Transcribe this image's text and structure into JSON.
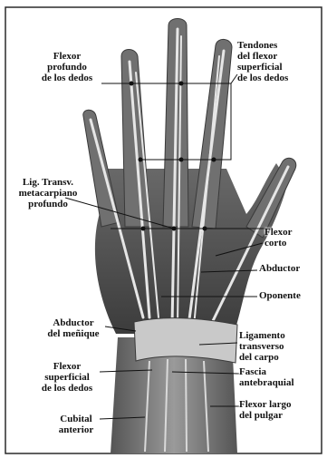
{
  "colors": {
    "background": "#ffffff",
    "frame": "#2a2a2a",
    "tissue_dark": "#3a3a3a",
    "tissue_mid": "#8c8c8c",
    "tissue_light": "#c9c9c9",
    "tendon": "#e6e6e6",
    "line": "#111111"
  },
  "labels": {
    "flexor_profundo": "Flexor\nprofundo\nde los dedos",
    "tendones_flexor_superficial": "Tendones\ndel flexor\nsuperficial\nde los dedos",
    "lig_transv": "Lig. Transv.\nmetacarpiano\nprofundo",
    "flexor_corto": "Flexor\ncorto",
    "abductor": "Abductor",
    "oponente": "Oponente",
    "abductor_menique": "Abductor\ndel meñique",
    "ligamento_transverso": "Ligamento\ntransverso\ndel carpo",
    "fascia_antebraquial": "Fascia\nantebraquial",
    "flexor_superficial": "Flexor\nsuperficial\nde los dedos",
    "flexor_largo_pulgar": "Flexor largo\ndel pulgar",
    "cubital_anterior": "Cubital\nanterior"
  }
}
